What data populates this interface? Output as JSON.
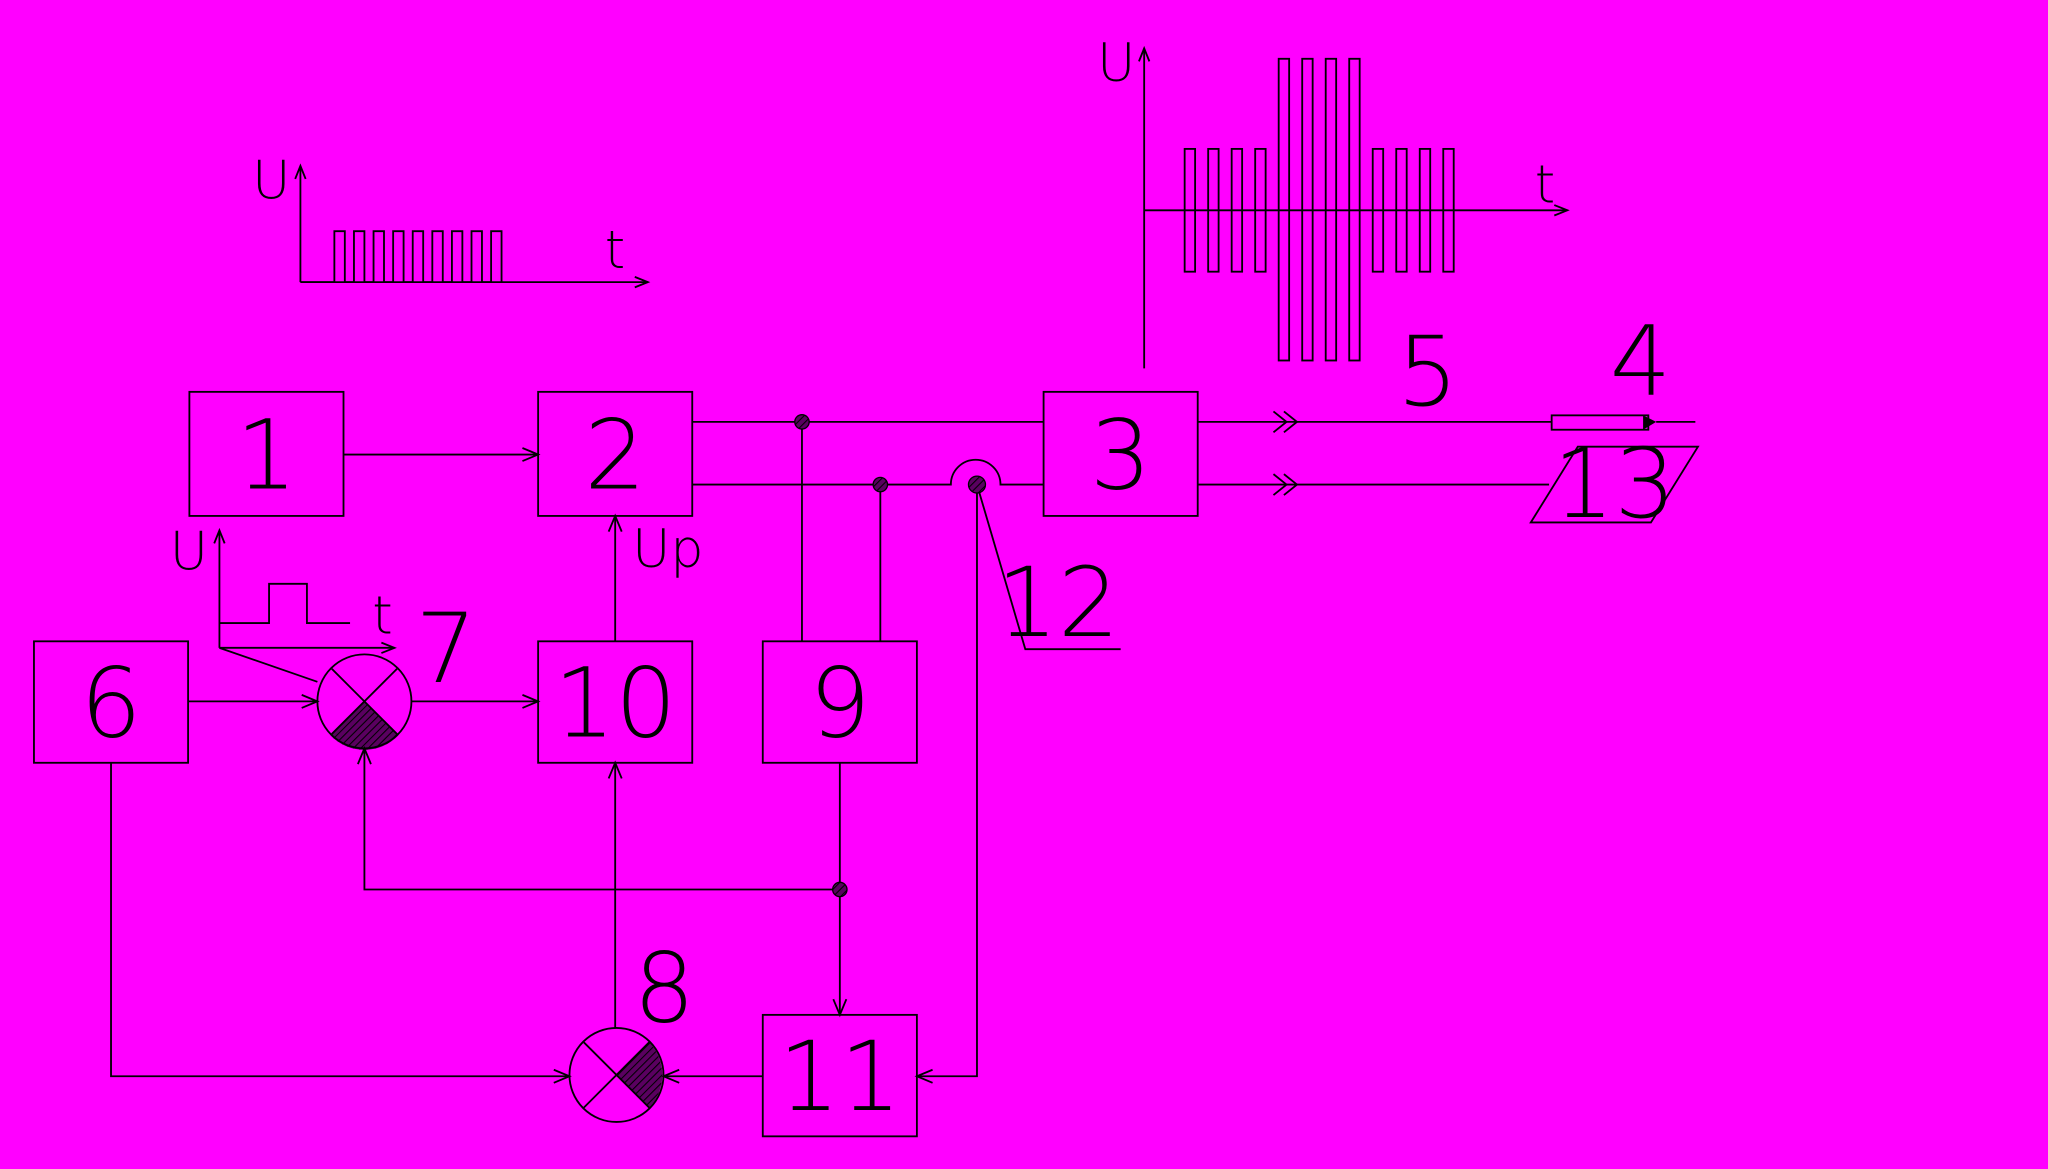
{
  "background_color": "#ff00ff",
  "line_color": "#000000",
  "blocks": [
    {
      "id": "1",
      "label": "1"
    },
    {
      "id": "2",
      "label": "2"
    },
    {
      "id": "3",
      "label": "3"
    },
    {
      "id": "6",
      "label": "6"
    },
    {
      "id": "9",
      "label": "9"
    },
    {
      "id": "10",
      "label": "10"
    },
    {
      "id": "11",
      "label": "11"
    }
  ],
  "mixers": [
    {
      "id": "7",
      "label": "7"
    },
    {
      "id": "8",
      "label": "8"
    }
  ],
  "component_labels": {
    "output_line": "5",
    "probe": "4",
    "display": "13",
    "crossing_node": "12"
  },
  "signal_labels": {
    "u": "U",
    "t": "t",
    "up": "Up"
  }
}
